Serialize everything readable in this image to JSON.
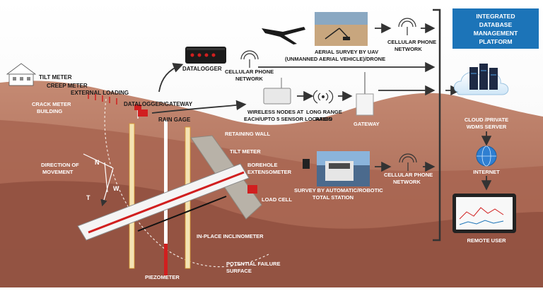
{
  "labels": {
    "tilt_meter_top": "TILT METER",
    "creep_meter": "CREEP METER",
    "external_loading": "EXTERNAL LOADING",
    "crack_meter": "CRACK METER",
    "building": "BUILDING",
    "datalogger": "DATALOGGER",
    "datalogger_gateway": "DATALOGGER/GATEWAY",
    "rain_gage": "RAIN GAGE",
    "cellular_1_line1": "CELLULAR PHONE",
    "cellular_1_line2": "NETWORK",
    "aerial_line1": "AERIAL SURVEY BY UAV",
    "aerial_line2": "(UNMANNED AERIAL VEHICLE)/DRONE",
    "cellular_2_line1": "CELLULAR PHONE",
    "cellular_2_line2": "NETWORK",
    "wireless_line1": "WIRELESS NODES AT",
    "wireless_line2": "EACH/UPTO 5 SENSOR LOCATION",
    "long_range_line1": "LONG RANGE",
    "long_range_line2": "RADIO",
    "gateway": "GATEWAY",
    "platform_line1": "INTEGRATED",
    "platform_line2": "DATABASE",
    "platform_line3": "MANAGEMENT",
    "platform_line4": "PLATFORM",
    "cloud_line1": "CLOUD /PRIVATE",
    "cloud_line2": "WDMS SERVER",
    "internet": "INTERNET",
    "remote_user": "REMOTE USER",
    "retaining_wall": "RETAINING WALL",
    "tilt_meter_wall": "TILT METER",
    "borehole_line1": "BOREHOLE",
    "borehole_line2": "EXTENSOMETER",
    "load_cell": "LOAD CELL",
    "survey_line1": "SURVEY BY AUTOMATIC/ROBOTIC",
    "survey_line2": "TOTAL STATION",
    "cellular_3_line1": "CELLULAR PHONE",
    "cellular_3_line2": "NETWORK",
    "direction_line1": "DIRECTION OF",
    "direction_line2": "MOVEMENT",
    "n": "N",
    "w": "W",
    "t": "T",
    "inclinometer": "IN-PLACE INCLINOMETER",
    "piezometer": "PIEZOMETER",
    "failure_line1": "POTENTIAL FAILURE",
    "failure_line2": "SURFACE"
  },
  "colors": {
    "sky": "#ffffff",
    "ground_surface": "#c0826c",
    "ground_mid": "#a96753",
    "ground_deep": "#8f4d3d",
    "platform_box": "#1c74b8",
    "arrow": "#333333",
    "red_marker": "#d11f1f"
  }
}
